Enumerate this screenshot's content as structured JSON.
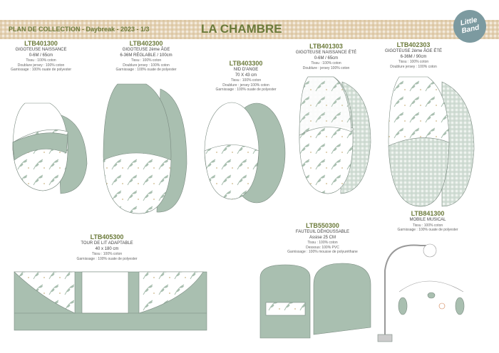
{
  "header": {
    "collection": "PLAN DE COLLECTION - Daybreak - 2023 - 1/3",
    "title": "LA CHAMBRE",
    "logo": "Little Band"
  },
  "colors": {
    "sage": "#a9bfb0",
    "olive": "#6b7a3a",
    "beige": "#e6d6bc",
    "logo": "#7c9aa0"
  },
  "products": [
    {
      "code": "LTB401300",
      "name": "GIGOTEUSE NAISSANCE",
      "size": "0-6M / 65cm",
      "details": [
        "Tissu : 100% coton",
        "Doublure jersey : 100% coton",
        "Garnissage : 100% ouate de polyester"
      ]
    },
    {
      "code": "LTB402300",
      "name": "GIGOTEUSE 2ème ÂGE",
      "size": "6-36M RÉGLABLE / 100cm",
      "details": [
        "Tissu : 100% coton",
        "Doublure jersey : 100% coton",
        "Garnissage : 100% ouate de polyester"
      ]
    },
    {
      "code": "LTB403300",
      "name": "NID D'ANGE",
      "size": "70 X 43 cm",
      "details": [
        "Tissu : 100% coton",
        "Doublure : jersey 100% coton",
        "Garnissage : 100% ouate de polyester"
      ]
    },
    {
      "code": "LTB401303",
      "name": "GIGOTEUSE NAISSANCE ÉTÉ",
      "size": "0-6M / 65cm",
      "details": [
        "Tissu : 100% coton",
        "Doublure : jersey 100% coton"
      ]
    },
    {
      "code": "LTB402303",
      "name": "GIGOTEUSE 2ème ÂGE ÉTÉ",
      "size": "6-36M / 90cm",
      "details": [
        "Tissu : 100% coton",
        "Doublure jersey : 100% coton"
      ]
    },
    {
      "code": "LTB405300",
      "name": "TOUR DE LIT ADAPTABLE",
      "size": "40 x 180 cm",
      "details": [
        "Tissu : 100% coton",
        "Garnissage : 100% ouate de polyester"
      ]
    },
    {
      "code": "LTB550300",
      "name": "FAUTEUIL DÉHOUSSABLE",
      "size": "Assise 25 CM",
      "details": [
        "Tissu : 100% coton",
        "Dessous: 100% PVC",
        "Garnissage : 100% mousse de polyuréthane"
      ]
    },
    {
      "code": "LTB841300",
      "name": "MOBILE MUSICAL",
      "size": "",
      "details": [
        "Tissu : 100% coton",
        "Garnissage : 100% ouate de polyester"
      ]
    }
  ]
}
